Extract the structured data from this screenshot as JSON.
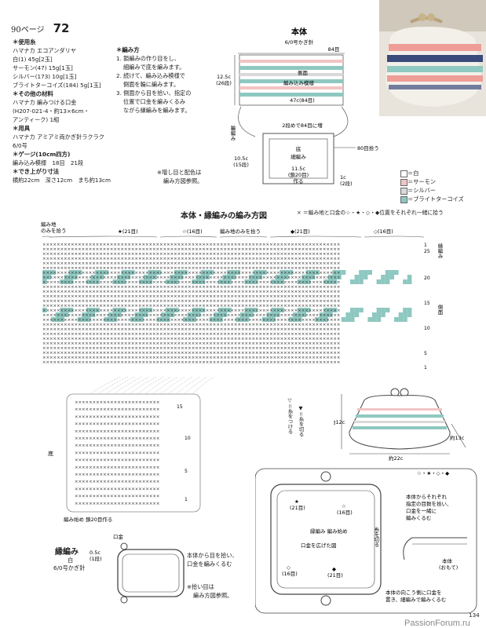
{
  "header": {
    "page_ref": "90ページ",
    "pattern_no": "72"
  },
  "materials": {
    "h_yarn": "＊使用糸",
    "yarn_brand": "ハマナカ エコアンダリヤ",
    "yarns": [
      "白(1) 45g[2玉]",
      "サーモン(47) 15g[1玉]",
      "シルバー(173) 10g[1玉]",
      "ブライトターコイズ(184) 5g[1玉]"
    ],
    "h_other": "＊その他の材料",
    "other": [
      "ハマナカ 編みつける口金",
      "(H207-021-4・約13×6cm・",
      "アンティーク) 1組"
    ],
    "h_tools": "＊用具",
    "tools": [
      "ハマナカ アミアミ両かぎ針ラクラク",
      "6/0号"
    ],
    "h_gauge": "＊ゲージ(10cm四方)",
    "gauge": "編み込み模様　18目　21段",
    "h_size": "＊でき上がり寸法",
    "size": "横約22cm　深さ12cm　まち約13cm"
  },
  "method": {
    "heading": "＊編み方",
    "steps": [
      "1. 鎖編みの作り目をし、",
      "細編みで底を編みます。",
      "2. 続けて、編み込み模様で",
      "側面を輪に編みます。",
      "3. 側面から目を拾い、指定の",
      "位置で口金を編みくるみ",
      "ながら縁編みを編みます。"
    ]
  },
  "body_diagram": {
    "title": "本体",
    "hook": "6/0号かぎ針",
    "top_count": "84目",
    "side_label": "側面",
    "pattern_label": "編み込み模様",
    "bottom_count": "47c(84目)",
    "height": "12.5c",
    "height_rows": "(26段)",
    "wa": "輪編み",
    "increase": "2段めで84目に増",
    "base_label": "底",
    "base_stitch": "細編み",
    "pickup": "80目拾う",
    "base_height": "10.5c",
    "base_rows": "(15段)",
    "base_width": "11.5c",
    "base_chain": "(鎖20目)",
    "base_make": "作る",
    "gusset": "1c",
    "gusset_rows": "(2段)",
    "note1": "※増し目と配色は",
    "note2": "編み方図参照。"
  },
  "legend": {
    "items": [
      "＝白",
      "＝サーモン",
      "＝シルバー",
      "＝ブライトターコイズ"
    ],
    "colors": [
      "#ffffff",
      "#f2c4c4",
      "#d9d9d9",
      "#8ec8c0"
    ]
  },
  "chart": {
    "title": "本体・縁編みの編み方図",
    "symbol_note": "× ＝編み地と口金の☆・★・◇・◆位置をそれぞれ一緒に拾う",
    "lbl_left1": "編み地",
    "lbl_left2": "のみを拾う",
    "mark_star_black": "★(21目)",
    "mark_star_white": "☆(16目)",
    "mark_only": "編み地のみを拾う",
    "mark_dia_black": "◆(21目)",
    "mark_dia_white": "◇(16目)",
    "right_edge": "縁編み",
    "right_side": "側面",
    "row_nums": [
      "1",
      "25",
      "20",
      "15",
      "10",
      "5",
      "1"
    ],
    "bottom_label": "底",
    "bottom_rows": [
      "15",
      "10",
      "5",
      "1"
    ],
    "start": "編み始め 鎖20目作る",
    "cut_yarn": "＝糸を切る",
    "join_yarn": "＝糸をつける"
  },
  "purse": {
    "w": "約22c",
    "h": "約12c",
    "d": "約13c"
  },
  "frame_diagram": {
    "heading": "☆・★・◇・◆",
    "desc": [
      "本体からそれぞれ",
      "指定の目数を拾い、",
      "口金を一緒に",
      "編みくるむ"
    ],
    "star_black": "★",
    "star_black_n": "(21目)",
    "star_white": "☆",
    "star_white_n": "(16目)",
    "ito": "糸を切る",
    "edge_start": "縁編み 編み始め",
    "open": "口金を広げた図",
    "dia_white": "◇",
    "dia_white_n": "(16目)",
    "dia_black": "◆",
    "dia_black_n": "(21目)",
    "body_front": "本体",
    "body_front2": "(おもて)",
    "bottom_note1": "本体の向こう側に口金を",
    "bottom_note2": "置き、細編みで編みくるむ"
  },
  "edging": {
    "title": "縁編み",
    "color": "白",
    "hook": "6/0号かぎ針",
    "dim": "0.5c",
    "dim_rows": "(1段)",
    "kuchigane": "口金",
    "pick1": "本体から目を拾い、",
    "pick2": "口金を編みくるむ",
    "note1": "※拾い目は",
    "note2": "編み方図参照。"
  },
  "footer": {
    "page": "134",
    "watermark": "PassionForum.ru"
  }
}
